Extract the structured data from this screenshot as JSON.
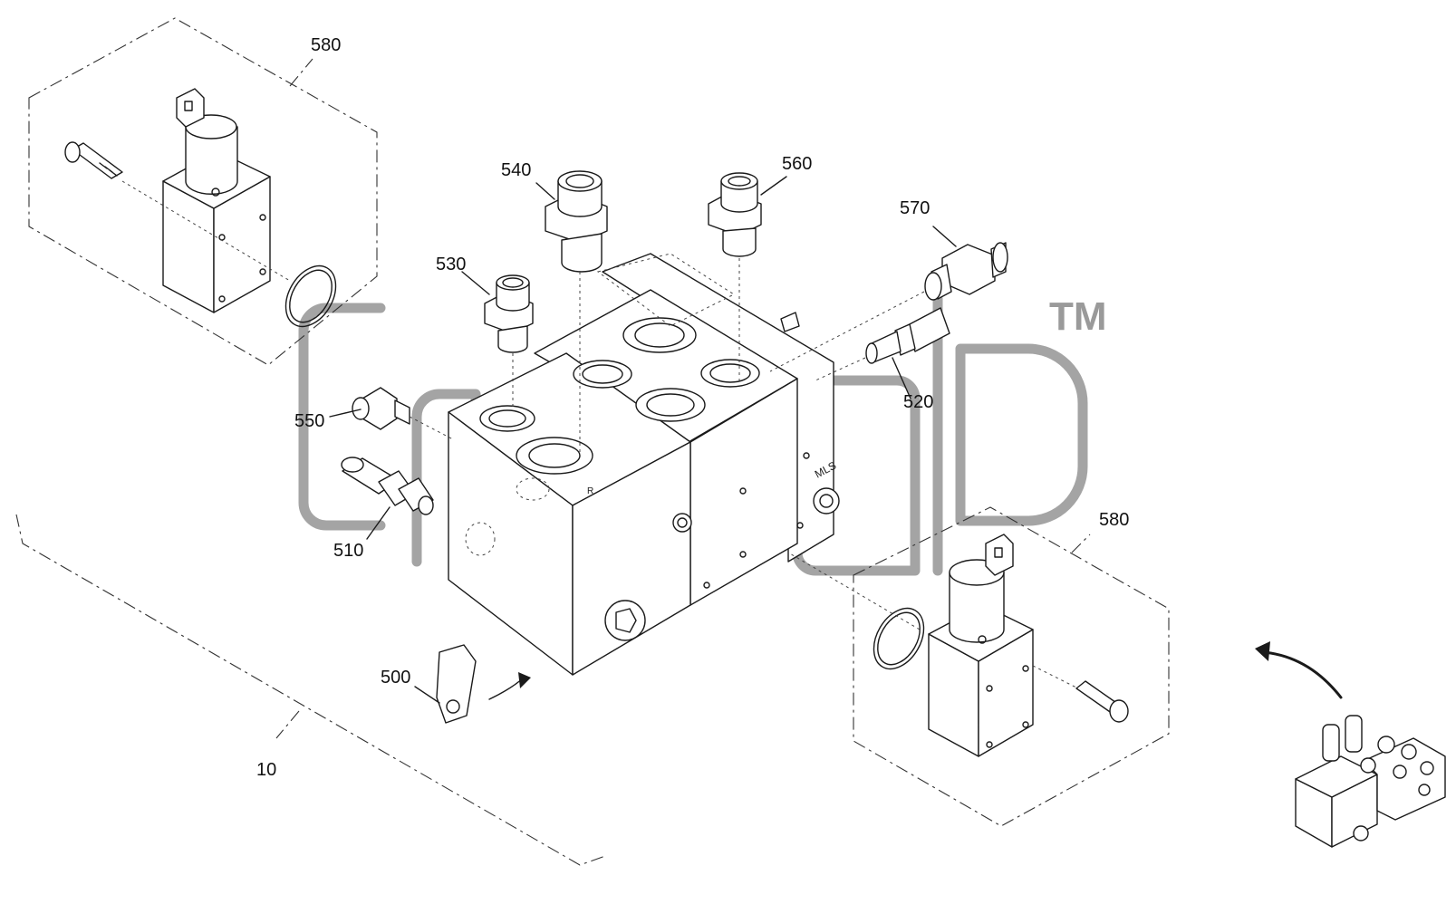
{
  "labels": {
    "group_580_top": "580",
    "group_580_bottom": "580",
    "fitting_540": "540",
    "fitting_560": "560",
    "fitting_530": "530",
    "fitting_570": "570",
    "sensor_520": "520",
    "fitting_550": "550",
    "sensor_510": "510",
    "label_500": "500",
    "assembly_10": "10"
  },
  "block_markings": {
    "side_mark": "MLS",
    "front_mark": "R"
  },
  "watermark": {
    "tm": "TM"
  },
  "colors": {
    "line": "#1a1a1a",
    "dash": "#333333",
    "watermark": "#9a9a9a",
    "background": "#ffffff"
  }
}
